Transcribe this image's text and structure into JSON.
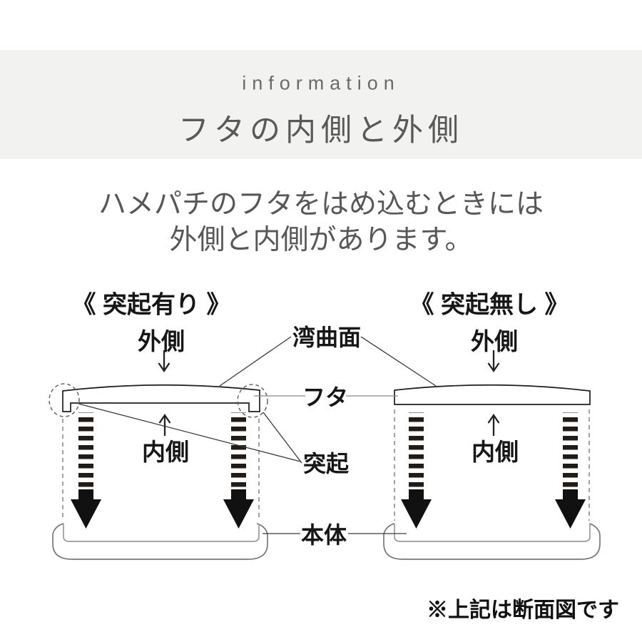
{
  "banner": {
    "eyebrow": "information",
    "title": "フタの内側と外側",
    "background": "#f2f2f1"
  },
  "intro": {
    "line1": "ハメパチのフタをはめ込むときには",
    "line2": "外側と内側があります。"
  },
  "diagrams": {
    "left": {
      "heading": "《 突起有り 》",
      "outside_label": "外側",
      "inside_label": "内側"
    },
    "right": {
      "heading": "《 突起無し 》",
      "outside_label": "外側",
      "inside_label": "内側"
    }
  },
  "callouts": {
    "curved_surface": "湾曲面",
    "lid": "フタ",
    "protrusion": "突起",
    "body": "本体"
  },
  "footnote": "※上記は断面図です",
  "icons": {
    "outside_direction_arrow": "↓",
    "inside_direction_arrow": "↑",
    "insert_direction_arrow": "⬇"
  },
  "colors": {
    "line": "#1c1c1c",
    "leader_dark": "#3a3a3a",
    "leader_gray": "#8a8a8a",
    "hatch_arrow": "#221c19",
    "body_outline": "#787878",
    "body_inner": "#9a9a9a",
    "dashed_guide": "#7a7a7a",
    "banner_bg": "#f2f2f1",
    "muted_text": "#595959",
    "label_text": "#161616"
  }
}
